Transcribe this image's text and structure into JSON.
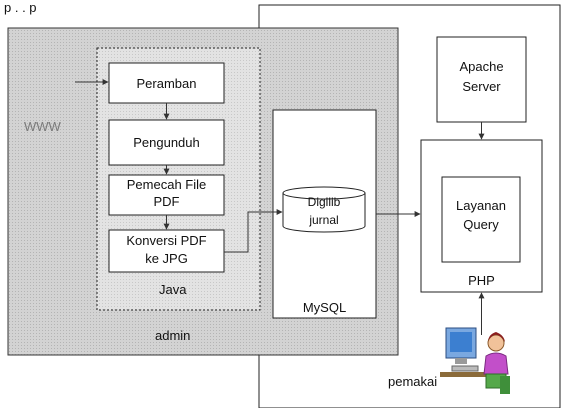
{
  "top_caption": "p    .    .    p",
  "zones": {
    "admin_label": "admin",
    "java_label": "Java",
    "www_label": "WWW"
  },
  "process_boxes": {
    "peramban": "Peramban",
    "pengunduh": "Pengunduh",
    "pemecah_line1": "Pemecah File",
    "pemecah_line2": "PDF",
    "konversi_line1": "Konversi PDF",
    "konversi_line2": "ke JPG"
  },
  "mysql": {
    "label": "MySQL",
    "db_line1": "Digilib",
    "db_line2": "jurnal"
  },
  "server": {
    "apache_line1": "Apache",
    "apache_line2": "Server",
    "php_label": "PHP",
    "layanan_line1": "Layanan",
    "layanan_line2": "Query"
  },
  "user": {
    "label": "pemakai",
    "icon": "user-at-computer-icon"
  },
  "colors": {
    "admin_zone": "#d2d2d2",
    "java_zone": "#e2e2e2",
    "box_fill": "#ffffff",
    "line": "#333333"
  }
}
